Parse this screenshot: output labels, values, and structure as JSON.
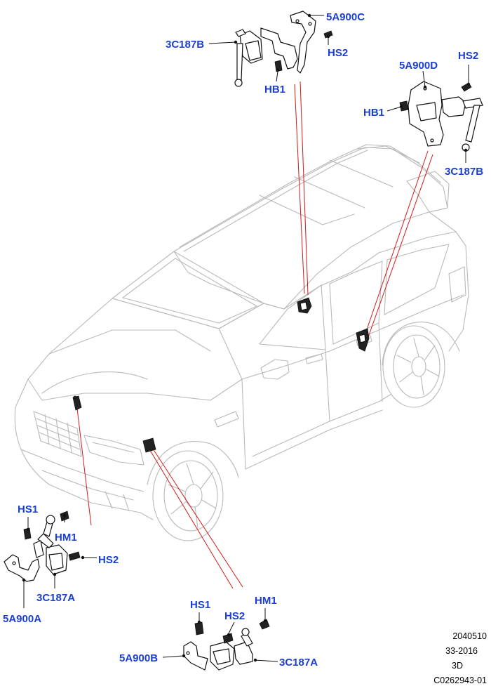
{
  "callouts": {
    "a5a900c": "5A900C",
    "a3c187b_top": "3C187B",
    "hs2_top": "HS2",
    "hb1_top": "HB1",
    "a5a900d": "5A900D",
    "hs2_right": "HS2",
    "hb1_right": "HB1",
    "a3c187b_right": "3C187B",
    "hs1_left": "HS1",
    "hm1_left": "HM1",
    "hs2_left": "HS2",
    "a3c187a_left": "3C187A",
    "a5a900a": "5A900A",
    "hs1_bottom": "HS1",
    "hm1_bottom": "HM1",
    "hs2_bottom": "HS2",
    "a5a900b": "5A900B",
    "a3c187a_bottom": "3C187A"
  },
  "reference": {
    "line1": "2040510",
    "line2": "33-2016",
    "line3": "3D",
    "line4": "C0262943-01"
  },
  "colors": {
    "callout_text": "#1a3fd1",
    "indicator_line": "#d41a1a",
    "vehicle_outline": "#b9b9b9",
    "part_outline": "#111111"
  }
}
